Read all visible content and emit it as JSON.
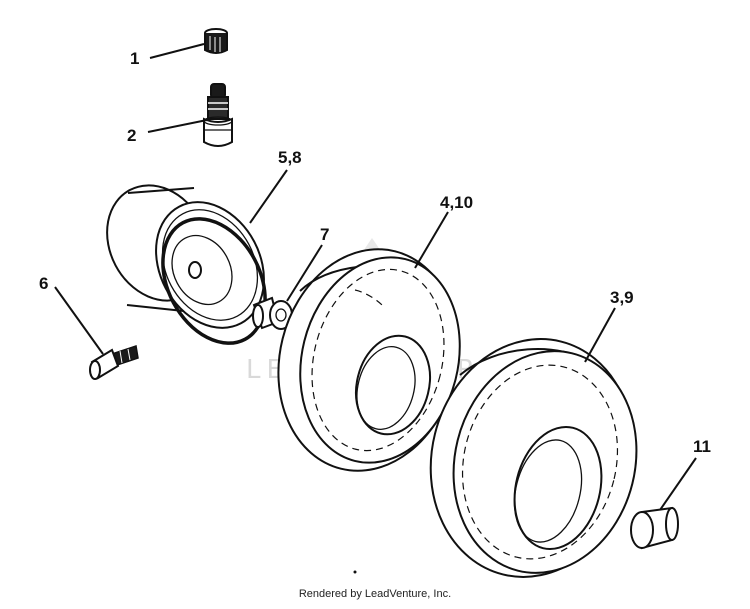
{
  "diagram": {
    "callouts": {
      "c1": "1",
      "c2": "2",
      "c58": "5,8",
      "c6": "6",
      "c7": "7",
      "c410": "4,10",
      "c39": "3,9",
      "c11": "11"
    },
    "watermark_text": "LEADVENTURE",
    "footer": "Rendered by LeadVenture, Inc."
  }
}
